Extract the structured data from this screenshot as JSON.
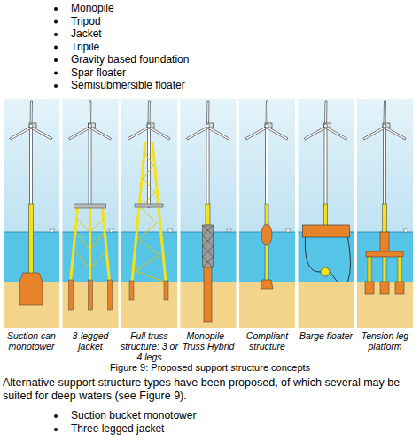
{
  "diagram": {
    "caption": "Figure 9: Proposed support structure concepts",
    "labels": [
      "Monopile",
      "Tripod",
      "Jacket",
      "Tripile",
      "Gravity based foundation",
      "Spar floater",
      "Semisubmersible floater",
      "Suction can monotower",
      "3-legged jacket",
      "Full truss structure: 3 or 4 legs",
      "Monopile - Truss Hybrid",
      "Compliant structure",
      "Barge floater",
      "Tension leg platform",
      "Alternative support structure types have been proposed, of which several may be suited for deep waters (see Figure 9).",
      "Suction bucket monotower",
      "Three legged jacket"
    ]
  }
}
